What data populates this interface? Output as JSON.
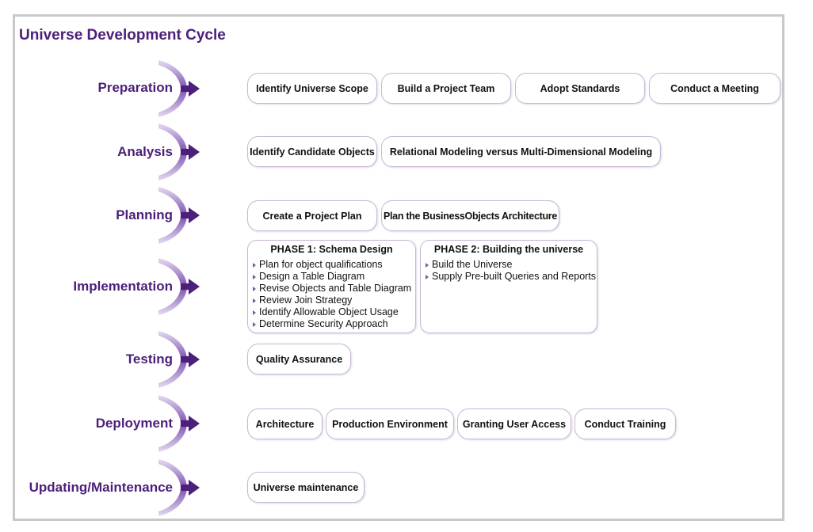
{
  "title": "Universe Development Cycle",
  "colors": {
    "accent": "#4b1f7a",
    "arc_light": "#d9c8ec",
    "arc_dark": "#4b1f7a",
    "box_border": "#c8b7d8"
  },
  "phases": [
    {
      "label": "Preparation",
      "steps": [
        "Identify Universe Scope",
        "Build a Project Team",
        "Adopt Standards",
        "Conduct a Meeting"
      ]
    },
    {
      "label": "Analysis",
      "steps": [
        "Identify Candidate Objects",
        "Relational Modeling versus Multi-Dimensional Modeling"
      ]
    },
    {
      "label": "Planning",
      "steps": [
        "Create a Project Plan",
        "Plan the BusinessObjects Architecture"
      ]
    },
    {
      "label": "Implementation",
      "subphases": [
        {
          "title": "PHASE 1: Schema Design",
          "items": [
            "Plan for object qualifications",
            "Design a Table Diagram",
            "Revise Objects and Table Diagram",
            "Review Join Strategy",
            "Identify Allowable Object Usage",
            "Determine Security Approach"
          ]
        },
        {
          "title": "PHASE 2: Building the universe",
          "items": [
            "Build the Universe",
            "Supply Pre-built Queries and Reports"
          ]
        }
      ]
    },
    {
      "label": "Testing",
      "steps": [
        "Quality Assurance"
      ]
    },
    {
      "label": "Deployment",
      "steps": [
        "Architecture",
        "Production Environment",
        "Granting User Access",
        "Conduct Training"
      ]
    },
    {
      "label": "Updating/Maintenance",
      "steps": [
        "Universe maintenance"
      ]
    }
  ]
}
